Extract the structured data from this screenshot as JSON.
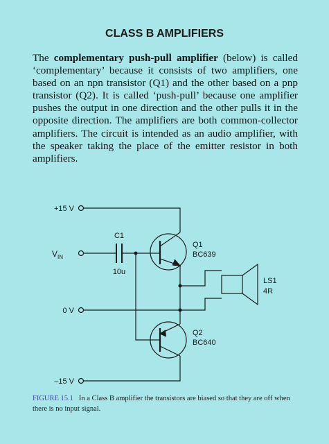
{
  "heading": "CLASS B AMPLIFIERS",
  "paragraph": {
    "intro": "The ",
    "bold_term": "complementary push-pull amplifier",
    "rest": " (below) is called ‘complementary’ because it consists of two amplifiers, one based on an npn transistor (Q1) and the other based on a pnp transistor (Q2). It is called ‘push-pull’ because one amplifier pushes the output in one direction and the other pulls it in the opposite direction. The amplifiers are both common-collector amplifiers. The circuit is intended as an audio amplifier, with the speaker taking the place of the emitter resistor in both amplifiers."
  },
  "circuit": {
    "rail_pos": "+15 V",
    "vin_main": "V",
    "vin_sub": "IN",
    "ground": "0 V",
    "rail_neg": "–15 V",
    "c1_name": "C1",
    "c1_value": "10u",
    "q1_name": "Q1",
    "q1_part": "BC639",
    "q2_name": "Q2",
    "q2_part": "BC640",
    "ls_name": "LS1",
    "ls_value": "4R"
  },
  "caption": {
    "label": "FIGURE 15.1",
    "text": "In a Class B amplifier the transistors are biased so that they are off when there is no input signal."
  }
}
